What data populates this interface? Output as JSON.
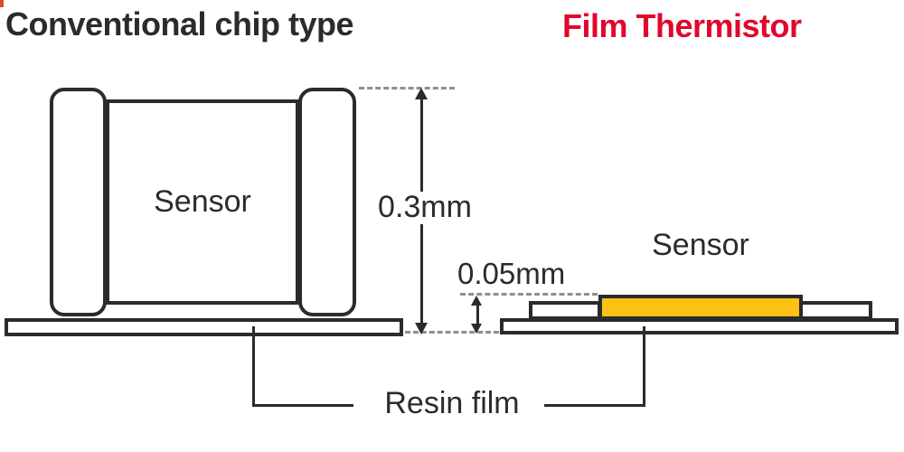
{
  "colors": {
    "line": "#2b2b2b",
    "text": "#2b2b2b",
    "accent_red": "#e2062c",
    "sensor_fill": "#fcc115",
    "dash_gray": "#8f8f8f",
    "corner_mark": "#e04a2f"
  },
  "left_panel": {
    "title": "Conventional chip type",
    "sensor_label": "Sensor",
    "height_dimension": "0.3mm"
  },
  "right_panel": {
    "title": "Film Thermistor",
    "sensor_label": "Sensor",
    "height_dimension": "0.05mm"
  },
  "footer": {
    "resin_film_label": "Resin film"
  }
}
